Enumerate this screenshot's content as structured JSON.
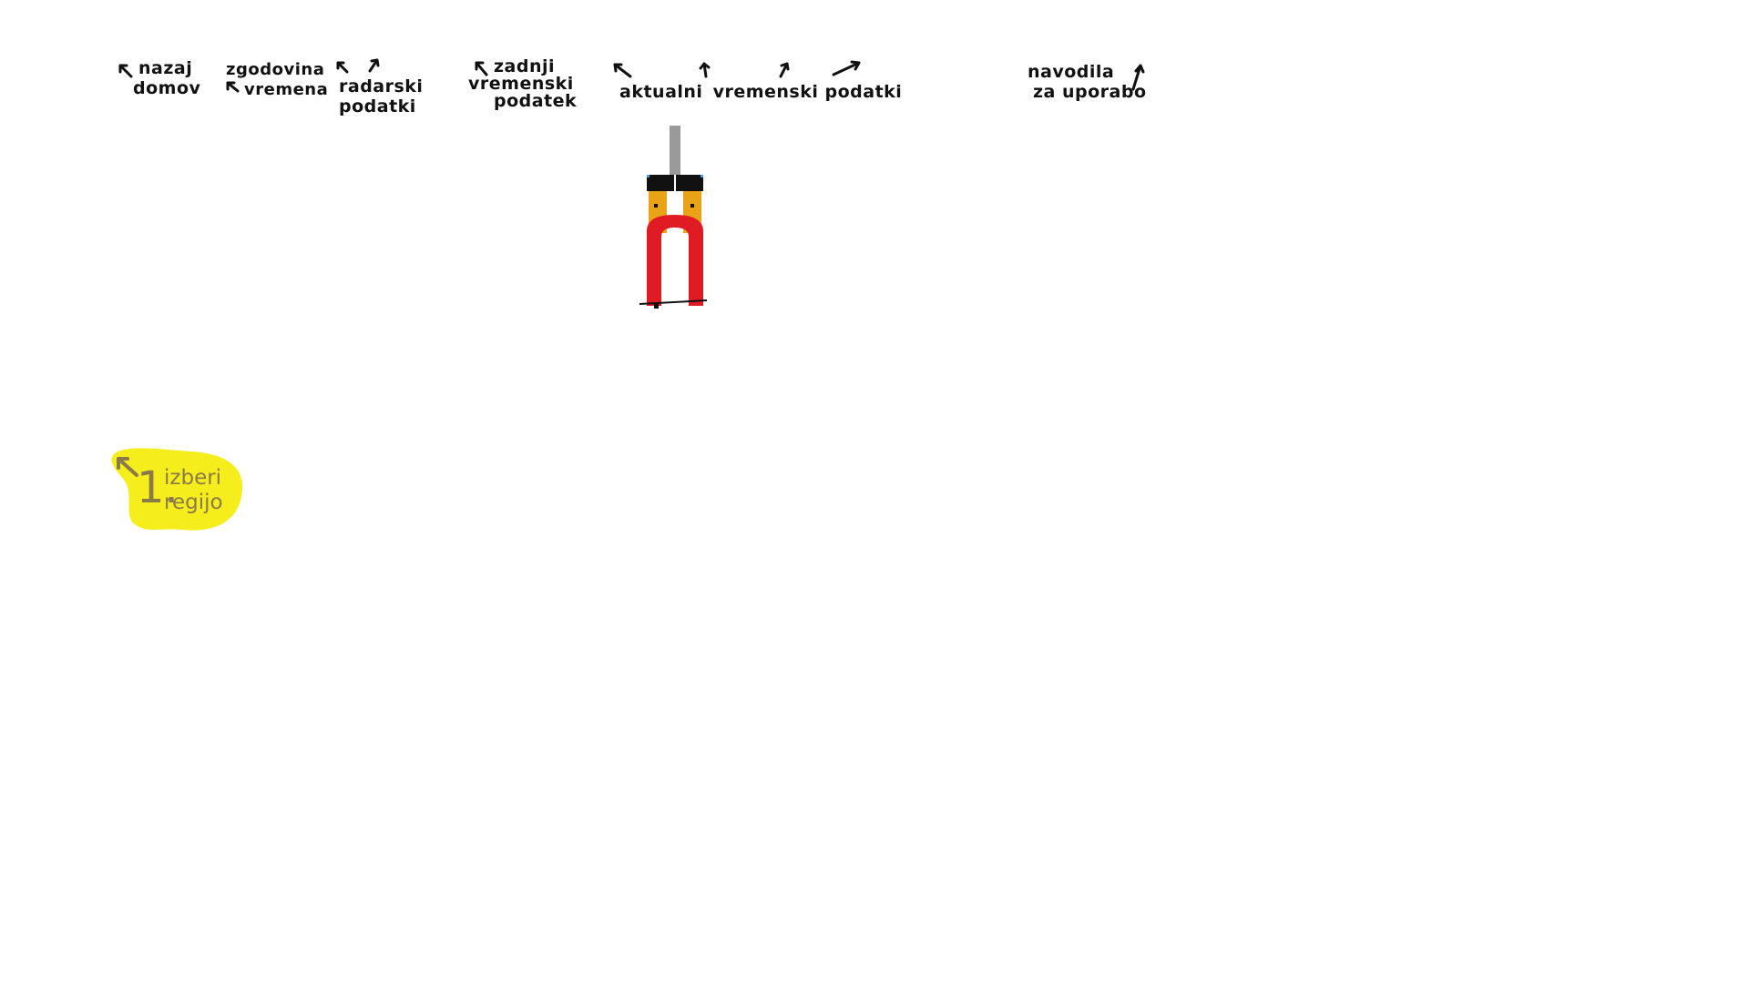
{
  "nav": {
    "back_home": [
      "nazaj",
      "domov"
    ],
    "weather_history": [
      "zgodovina",
      "vremena"
    ],
    "radar_data": [
      "radarski",
      "podatki"
    ],
    "last_weather_record": [
      "zadnji",
      "vremenski",
      "podatek"
    ],
    "current_weather_data": [
      "aktualni",
      "vremenski",
      "podatki"
    ],
    "user_guide": [
      "navodila",
      "za uporabo"
    ]
  },
  "hint": {
    "step_number": "1.",
    "text": [
      "izberi",
      "regijo"
    ]
  },
  "colors": {
    "text": "#111111",
    "hint_background": "#f5ee1c",
    "hint_text": "#8a7a4a",
    "tower_orange": "#e8a317",
    "tower_red": "#e01b24",
    "tower_black": "#111111",
    "tower_grey": "#9a9a9a"
  },
  "icons": {
    "tower": "weather-tower-icon",
    "arrow": "hand-drawn-arrow-icon"
  }
}
